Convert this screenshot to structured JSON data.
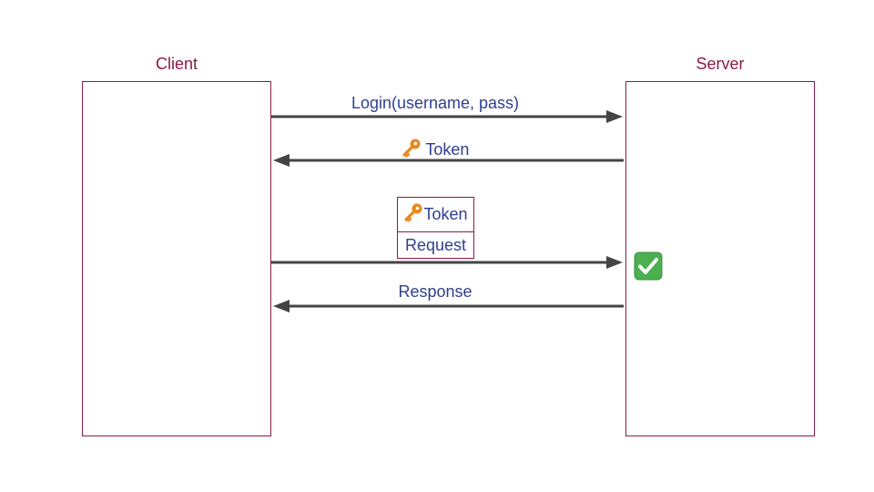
{
  "actors": {
    "client": "Client",
    "server": "Server"
  },
  "messages": {
    "login": "Login(username, pass)",
    "token": "Token",
    "request_token": "Token",
    "request": "Request",
    "response": "Response"
  },
  "icons": {
    "key": "key-icon",
    "check": "check-mark-icon"
  },
  "colors": {
    "lifeline_border": "#8b1a4a",
    "label_text": "#2f3f8f",
    "arrow": "#444444",
    "key": "#e8891c",
    "check_bg": "#4caf50"
  }
}
